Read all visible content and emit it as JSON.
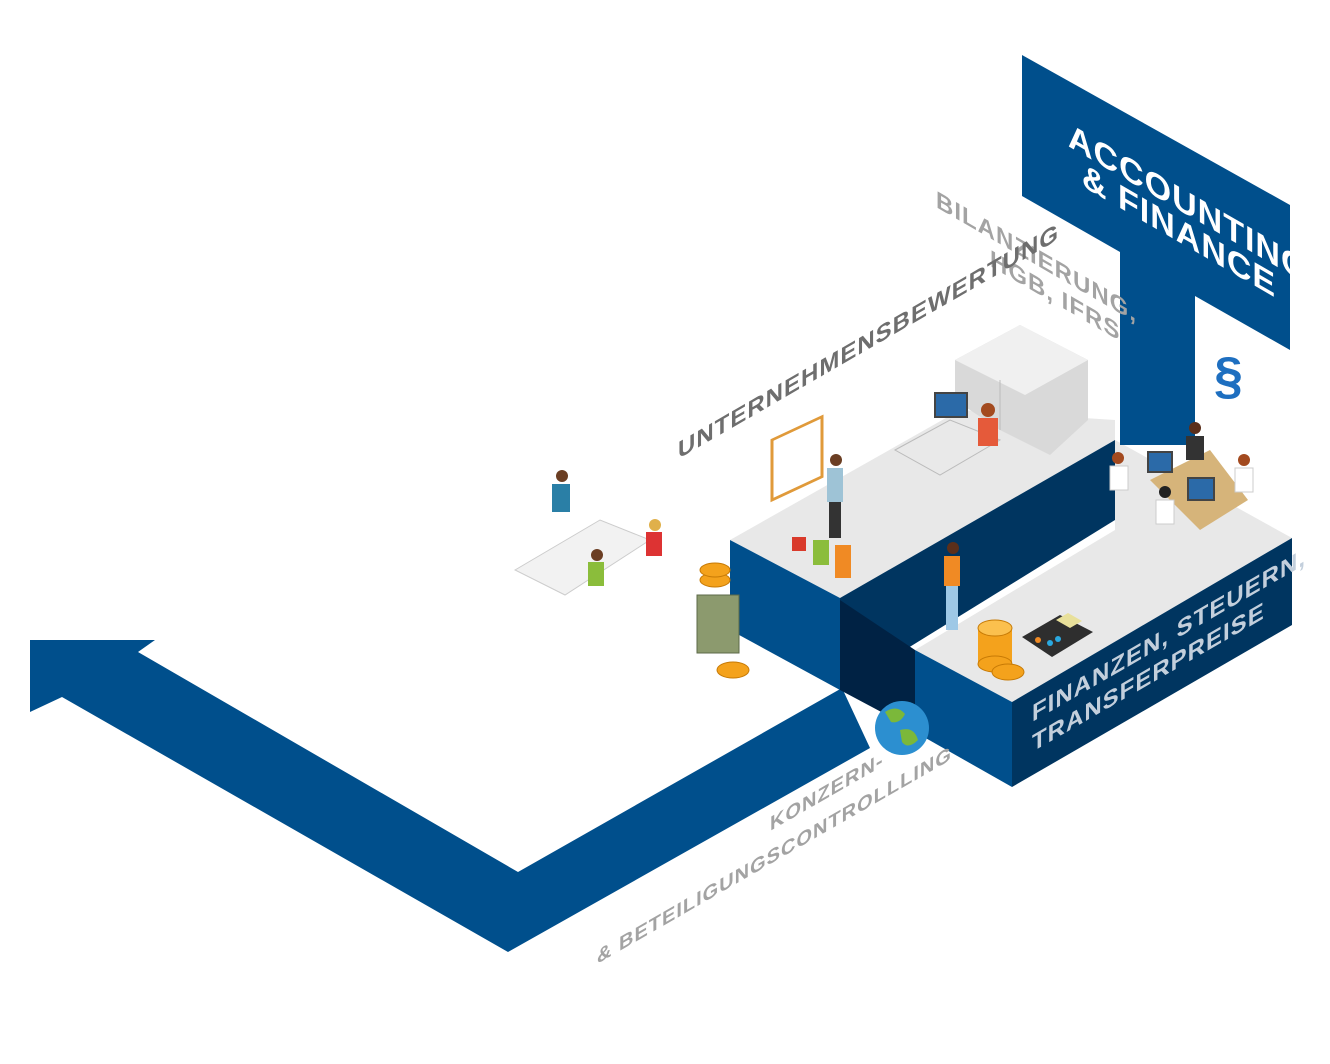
{
  "labels": {
    "main_title_line1": "Accounting",
    "main_title_line2": "& Finance",
    "bilanzierung_line1": "Bilanzierung,",
    "bilanzierung_line2": "HGB, IFRS",
    "unternehmensbewertung": "Unternehmensbewertung",
    "finanzen_line1": "Finanzen, Steuern,",
    "finanzen_line2": "Transferpreise",
    "konzern_line1": "Konzern-",
    "konzern_line2": "& Beteiligungscontrollling",
    "paragraph_symbol": "§"
  },
  "colors": {
    "primary_blue": "#004f8c",
    "dark_navy": "#003560",
    "floor_gray": "#e6e6e6",
    "text_gray": "#a3a3a3",
    "coin_gold": "#f4a21c"
  }
}
